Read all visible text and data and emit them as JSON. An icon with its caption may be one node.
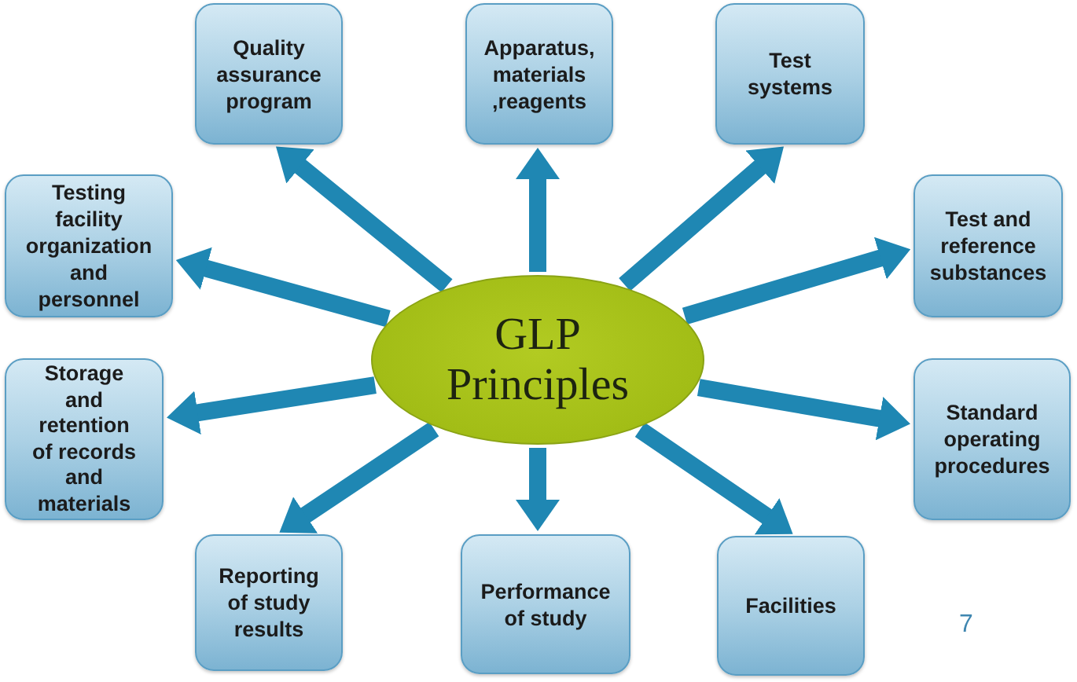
{
  "diagram": {
    "nodes": [
      {
        "text": [
          "Quality assurance program"
        ]
      },
      {
        "text": [
          "Apparatus, materials ,reagents"
        ]
      },
      {
        "text": [
          "Test systems"
        ]
      },
      {
        "text": [
          "Testing facility organization and personnel"
        ]
      },
      {
        "text": [
          "GLP Principles"
        ]
      },
      {
        "text": [
          "Test and reference substances"
        ]
      },
      {
        "text": [
          "Storage and retention of records and materials"
        ]
      },
      {
        "text": [
          "Standard operating procedures"
        ]
      },
      {
        "text": [
          "Reporting of study results"
        ]
      },
      {
        "text": [
          "Performance of study"
        ]
      },
      {
        "text": [
          "Facilities"
        ]
      }
    ],
    "edges": [
      {
        "from": 4,
        "to": 0,
        "arrow": "to"
      },
      {
        "from": 4,
        "to": 1,
        "arrow": "to"
      },
      {
        "from": 4,
        "to": 2,
        "arrow": "to"
      },
      {
        "from": 4,
        "to": 3,
        "arrow": "to"
      },
      {
        "from": 4,
        "to": 5,
        "arrow": "to"
      },
      {
        "from": 4,
        "to": 6,
        "arrow": "to"
      },
      {
        "from": 4,
        "to": 7,
        "arrow": "to"
      },
      {
        "from": 4,
        "to": 8,
        "arrow": "to"
      },
      {
        "from": 4,
        "to": 9,
        "arrow": "to"
      },
      {
        "from": 4,
        "to": 10,
        "arrow": "to"
      }
    ],
    "labels": [
      "7"
    ]
  }
}
